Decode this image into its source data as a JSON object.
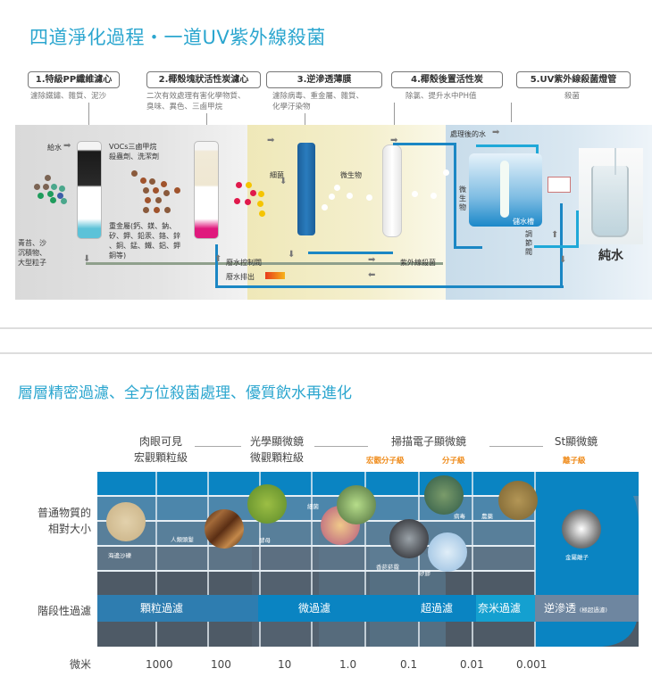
{
  "section1": {
    "title": "四道淨化過程・一道UV紫外線殺菌",
    "stages": [
      {
        "label": "1.特級PP纖維濾心",
        "desc": [
          "濾除鐵鏽、雜質、泥沙"
        ]
      },
      {
        "label": "2.椰殼塊狀活性炭濾心",
        "desc": [
          "二次有效處理有害化學物質、",
          "臭味、異色、三鹵甲烷"
        ]
      },
      {
        "label": "3.逆滲透薄膜",
        "desc": [
          "濾除病毒、重金屬、雜質、",
          "化學汙染物"
        ]
      },
      {
        "label": "4.椰殼後置活性炭",
        "desc": [
          "除氯、提升水中PH值"
        ]
      },
      {
        "label": "5.UV紫外線殺菌燈管",
        "desc": [
          "殺菌"
        ]
      }
    ],
    "diagram": {
      "inlet": "給水",
      "sediment": [
        "青苔、沙",
        "沉積物、",
        "大型粒子"
      ],
      "voc": [
        "VOCs三鹵甲烷",
        "殺蟲劑、洗潔劑"
      ],
      "heavy_metals": [
        "重金屬(鈣、鎂、鈉、",
        "矽、鉀、鉛汞、鉻、鋅",
        "、銅、錳、鐵、鋁、鉀",
        "銅等)"
      ],
      "bacteria": "細菌",
      "microbes": "微生物",
      "microbes_vertical": "微生物",
      "waste_valve": "廢水控制閥",
      "waste_out": "廢水排出",
      "uv_sterilize": "紫外線殺菌",
      "treated_water": "處理後的水",
      "tank": "儲水槽",
      "regulator": "調節閥",
      "pure_water": "純水"
    }
  },
  "section2": {
    "title": "層層精密過濾、全方位殺菌處理、優質飲水再進化",
    "scopes": [
      {
        "line1": "肉眼可見",
        "line2": "宏觀顆粒級"
      },
      {
        "line1": "光學顯微鏡",
        "line2": "微觀顆粒級"
      },
      {
        "line1": "掃描電子顯微鏡",
        "line2": ""
      },
      {
        "line1": "St顯微鏡",
        "line2": ""
      }
    ],
    "sublabels": [
      "宏觀分子級",
      "分子級",
      "離子級"
    ],
    "row_labels": {
      "relative_size": [
        "普通物質的",
        "相對大小"
      ],
      "filtration": "階段性過濾",
      "unit": "微米"
    },
    "particles": [
      {
        "name": "海邊沙礫",
        "color": "#d7c39a"
      },
      {
        "name": "人類頭髮",
        "color": "#7a4a22"
      },
      {
        "name": "酵母",
        "color": "#7ea23a"
      },
      {
        "name": "細菌",
        "color": "#b5d67e"
      },
      {
        "name": "香菸菸霧",
        "color": "#3b3b3f"
      },
      {
        "name": "病毒",
        "color": "#4d7b62"
      },
      {
        "name": "農藥",
        "color": "#9a7f44"
      },
      {
        "name": "矽膠",
        "color": "#b7d4ea"
      },
      {
        "name": "金屬離子",
        "color": "#9a9a9a"
      }
    ],
    "filtration_bands": [
      {
        "label": "顆粒過濾"
      },
      {
        "label": "微過濾"
      },
      {
        "label": "超過濾"
      },
      {
        "label": "奈米過濾"
      },
      {
        "label": "逆滲透",
        "note": "(極超過濾)"
      }
    ],
    "ticks": [
      "1000",
      "100",
      "10",
      "1.0",
      "0.1",
      "0.01",
      "0.001"
    ],
    "colors": {
      "accent": "#2ba6cf",
      "orange": "#ef8b1a",
      "grid_blue": "#0a84c2",
      "band_blue": "#2b7cb0"
    }
  }
}
